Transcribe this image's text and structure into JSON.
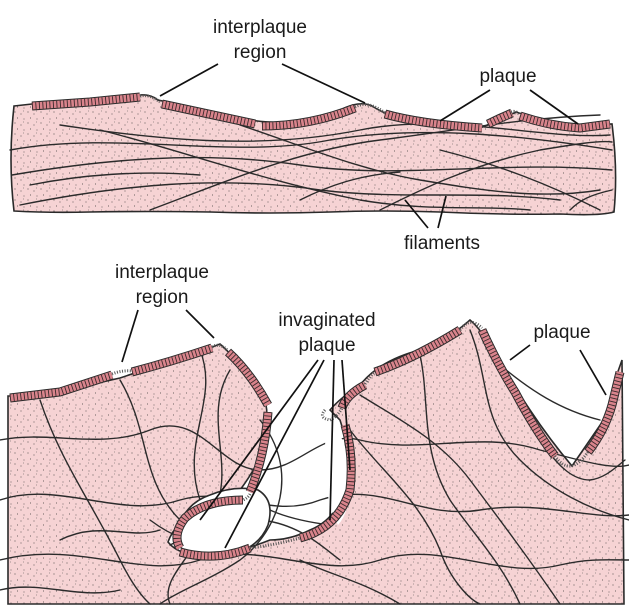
{
  "top_panel": {
    "labels": {
      "interplaque_region_line1": "interplaque",
      "interplaque_region_line2": "region",
      "plaque": "plaque",
      "filaments": "filaments"
    }
  },
  "bottom_panel": {
    "labels": {
      "interplaque_region_line1": "interplaque",
      "interplaque_region_line2": "region",
      "invaginated_plaque_line1": "invaginated",
      "invaginated_plaque_line2": "plaque",
      "plaque": "plaque"
    }
  },
  "colors": {
    "cytoplasm": "#f6d3d4",
    "plaque": "#d9848c",
    "stipple": "#3a3a3a"
  }
}
